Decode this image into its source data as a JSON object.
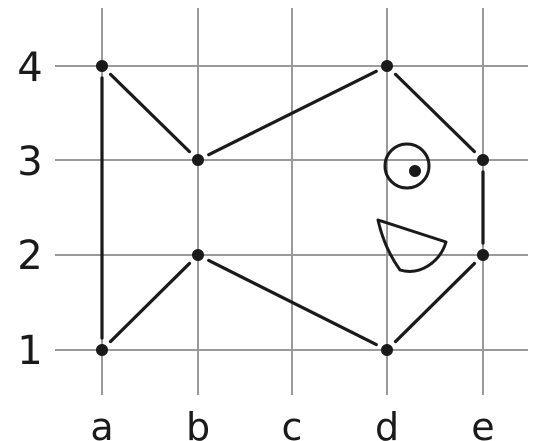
{
  "grid": {
    "columns": [
      "a",
      "b",
      "c",
      "d",
      "e"
    ],
    "rows": [
      "1",
      "2",
      "3",
      "4"
    ]
  },
  "points": [
    {
      "col": "a",
      "row": 4
    },
    {
      "col": "a",
      "row": 1
    },
    {
      "col": "b",
      "row": 3
    },
    {
      "col": "b",
      "row": 2
    },
    {
      "col": "d",
      "row": 4
    },
    {
      "col": "d",
      "row": 1
    },
    {
      "col": "e",
      "row": 3
    },
    {
      "col": "e",
      "row": 2
    }
  ],
  "segments": [
    [
      "a4",
      "a1"
    ],
    [
      "a4",
      "b3"
    ],
    [
      "b3",
      "d4"
    ],
    [
      "d4",
      "e3"
    ],
    [
      "e3",
      "e2"
    ],
    [
      "e2",
      "d1"
    ],
    [
      "d1",
      "b2"
    ],
    [
      "b2",
      "a1"
    ]
  ],
  "colors": {
    "grid": "#9a9a9a",
    "ink": "#1a1a1a",
    "background": "#ffffff"
  }
}
